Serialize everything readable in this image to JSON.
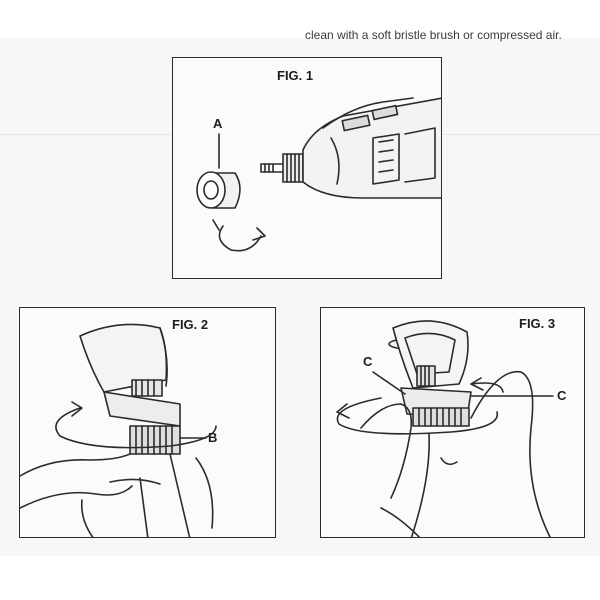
{
  "page": {
    "header_text": "clean with a soft bristle brush or compressed air."
  },
  "figures": [
    {
      "title": "FIG. 1",
      "callouts": [
        "A"
      ]
    },
    {
      "title": "FIG. 2",
      "callouts": [
        "B"
      ]
    },
    {
      "title": "FIG. 3",
      "callouts": [
        "C",
        "C"
      ]
    }
  ],
  "colors": {
    "line": "#2b2b2b",
    "paper": "#f7f7f5",
    "panel": "#fbfbfa"
  }
}
